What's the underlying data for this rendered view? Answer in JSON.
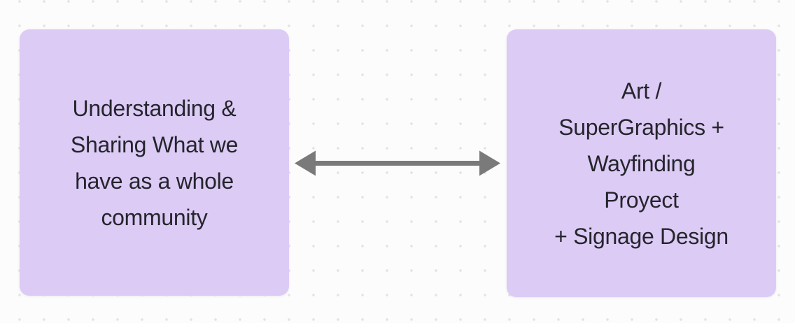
{
  "colors": {
    "canvas_bg": "#FCFCFC",
    "dot": "#E4E4E4",
    "node_fill": "#DCCBF5",
    "node_text": "#25252D",
    "connector": "#7A7A7A"
  },
  "diagram": {
    "left_node": {
      "text": "Understanding & Sharing What we have as a whole community",
      "lines": {
        "0": "Understanding &",
        "1": "Sharing What we",
        "2": "have as a whole",
        "3": "community"
      }
    },
    "right_node": {
      "text": "Art / SuperGraphics + Wayfinding Proyect + Signage Design",
      "lines": {
        "0": "Art /",
        "1": "SuperGraphics +",
        "2": "Wayfinding",
        "3": "Proyect",
        "4": "+ Signage Design"
      }
    },
    "connector": {
      "type": "double-headed-arrow"
    }
  }
}
